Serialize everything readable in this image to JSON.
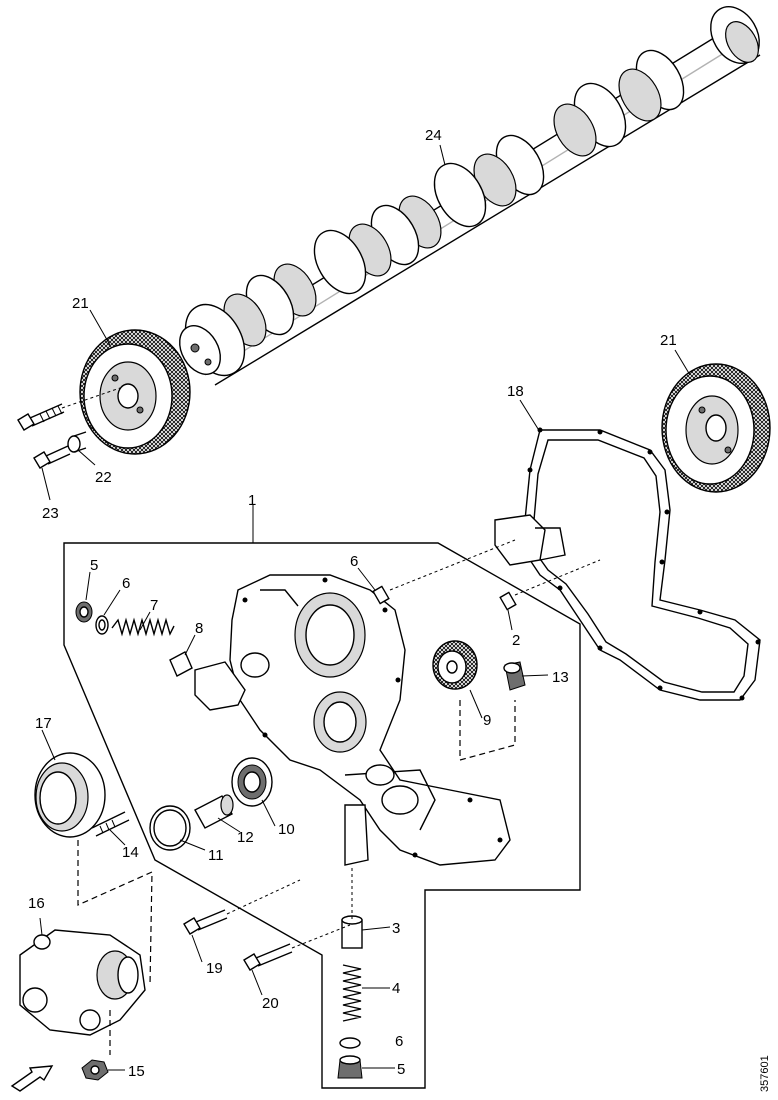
{
  "diagram": {
    "reference_number": "357601",
    "callouts": {
      "c1": "1",
      "c2": "2",
      "c3": "3",
      "c4": "4",
      "c5a": "5",
      "c5b": "5",
      "c6a": "6",
      "c6b": "6",
      "c6c": "6",
      "c7": "7",
      "c8": "8",
      "c9": "9",
      "c10": "10",
      "c11": "11",
      "c12": "12",
      "c13": "13",
      "c14": "14",
      "c15": "15",
      "c16": "16",
      "c17": "17",
      "c18": "18",
      "c19": "19",
      "c20": "20",
      "c21a": "21",
      "c21b": "21",
      "c22": "22",
      "c23": "23",
      "c24": "24"
    }
  }
}
